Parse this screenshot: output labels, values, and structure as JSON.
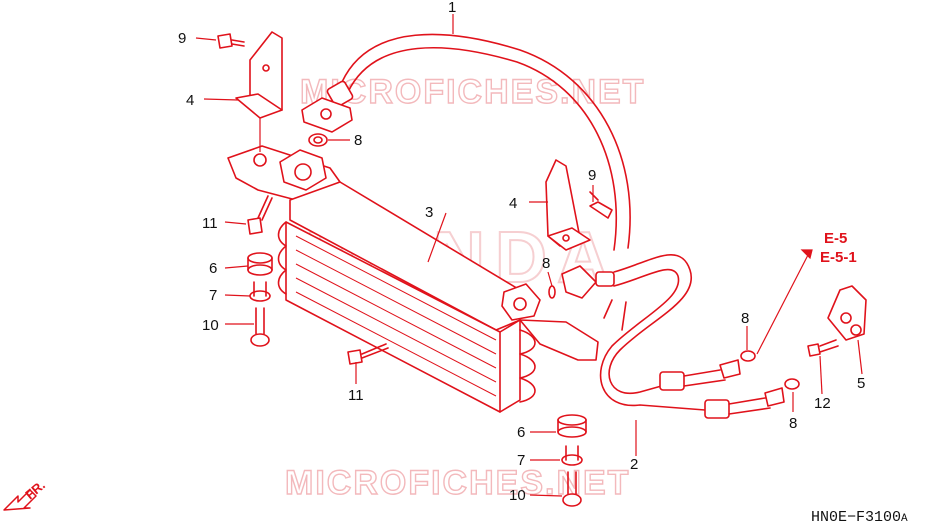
{
  "watermarks": {
    "top": "MICROFICHES.NET",
    "bottom": "MICROFICHES.NET",
    "brand": "HONDA"
  },
  "callouts": {
    "hose_upper": "1",
    "hose_lower": "2",
    "cooler": "3",
    "stay_left": "4",
    "stay_center": "4",
    "stay_right": "5",
    "rubber_left": "6",
    "rubber_bottom": "6",
    "collar_left": "7",
    "collar_bottom": "7",
    "oring_top": "8",
    "oring_center": "8",
    "oring_right_a": "8",
    "oring_right_b": "8",
    "bolt_top": "9",
    "bolt_center": "9",
    "bolt_left": "10",
    "bolt_bottom": "10",
    "bolt_small_left": "11",
    "bolt_small_center": "11",
    "bolt_right": "12"
  },
  "references": {
    "ref_a": "E-5",
    "ref_b": "E-5-1"
  },
  "direction_label": "FR.",
  "diagram_code": "HN0E−F3100",
  "diagram_code_suffix": "A",
  "colors": {
    "line": "#e0121b",
    "text": "#111111",
    "watermark": "#f3b9bc"
  }
}
